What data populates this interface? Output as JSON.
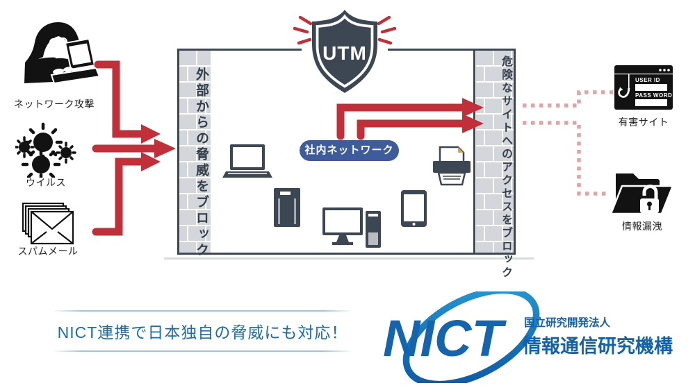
{
  "diagram": {
    "threats": [
      {
        "id": "network-attack",
        "label": "ネットワーク攻撃"
      },
      {
        "id": "virus",
        "label": "ウイルス"
      },
      {
        "id": "spam-mail",
        "label": "スパムメール"
      }
    ],
    "utm_label": "UTM",
    "left_wall_text": "外部からの脅威をブロック",
    "right_wall_text": "危険なサイトへのアクセスをブロック",
    "internal_network_label": "社内ネットワーク",
    "risks": [
      {
        "id": "harmful-site",
        "label": "有害サイト"
      },
      {
        "id": "info-leak",
        "label": "情報漏洩"
      }
    ],
    "phishing_window": {
      "user_id": "USER ID",
      "password": "PASS WORD"
    }
  },
  "banner": {
    "text": "NICT連携で日本独自の脅威にも対応！"
  },
  "nict": {
    "wordmark": "NICT",
    "org_type": "国立研究開発法人",
    "org_name": "情報通信研究機構"
  },
  "colors": {
    "arrow_red": "#c12f39",
    "dashed_pink": "#dfa4a8",
    "dark_slate": "#3c4753",
    "wall_brick": "#d3d6da",
    "pill_blue": "#3e5c9c",
    "banner_blue": "#1a6bb0",
    "nict_blue": "#1464ae",
    "icon_black": "#121212"
  }
}
